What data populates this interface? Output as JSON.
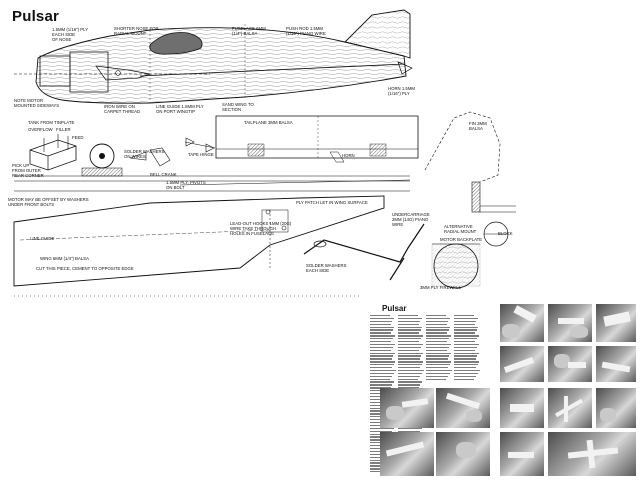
{
  "plan": {
    "title": "Pulsar",
    "labels": {
      "ply_each_side": "1.5mm (1/16\") PLY\nEACH SIDE\nOF NOSE",
      "shorter_nose": "SHORTER NOSE FOR\nRADIAL MOUNT",
      "fuselage": "FUSELAGE 6mm\n(1/4\") BALSA",
      "push_rod": "PUSH ROD 1.5mm\n(1/16\") PIANO WIRE",
      "horn": "HORN 1.5mm\n(1/16\") PLY",
      "note_motor": "NOTE MOTOR\nMOUNTED SIDEWAYS",
      "iron_wire": "IRON WIRE ON\nCARPET THREAD",
      "line_guide": "LINE GUIDE 1.5mm PLY\nON PORT WINGTIP",
      "sand_wing": "SAND WING TO\nSECTION",
      "tank": "TANK FROM TINPLATE",
      "overflow": "OVERFLOW",
      "filler": "FILLER",
      "feed": "FEED",
      "pick_up": "PICK UP\nFROM OUTER\nREAR CORNER",
      "solder_washers_wires": "SOLDER WASHERS\nON WIRES",
      "tailplane": "TAILPLANE 3mm BALSA",
      "horn_small": "HORN",
      "fin": "FIN 3mm\nBALSA",
      "tape_hinge": "TAPE HINGE",
      "bell_crank": "BELL CRANK",
      "bell_crank_ply": "1.5mm PLY, PIVOTS\nON BOLT",
      "motor_offset": "MOTOR MAY BE OFFSET BY WASHERS\nUNDER FRONT BOLTS",
      "ply_patch": "PLY PATCH LET IN WING SURFACE",
      "lead_out": "LEAD-OUT HOOKS 1mm (20G)\nWIRE TAKE THROUGH\nHOLES IN FUSELAGE",
      "undercarriage": "UNDERCARRIAGE\n2mm (14G) PIANO\nWIRE",
      "alt_radial": "ALTERNATIVE\nRADIAL MOUNT",
      "motor_backplate": "MOTOR BACKPLATE",
      "block": "BLOCK",
      "line_guide_2": "LINE GUIDE",
      "wing": "WING 6mm (1/4\") BALSA",
      "cut_piece": "CUT THIS PIECE, CEMENT TO OPPOSITE EDGE",
      "solder_washers_side": "SOLDER WASHERS\nEACH SIDE",
      "ply_firewall": "3mm PLY FIREWALL"
    }
  },
  "article": {
    "title": "Pulsar"
  },
  "icons": {
    "photo_grid": "photo-icon"
  }
}
